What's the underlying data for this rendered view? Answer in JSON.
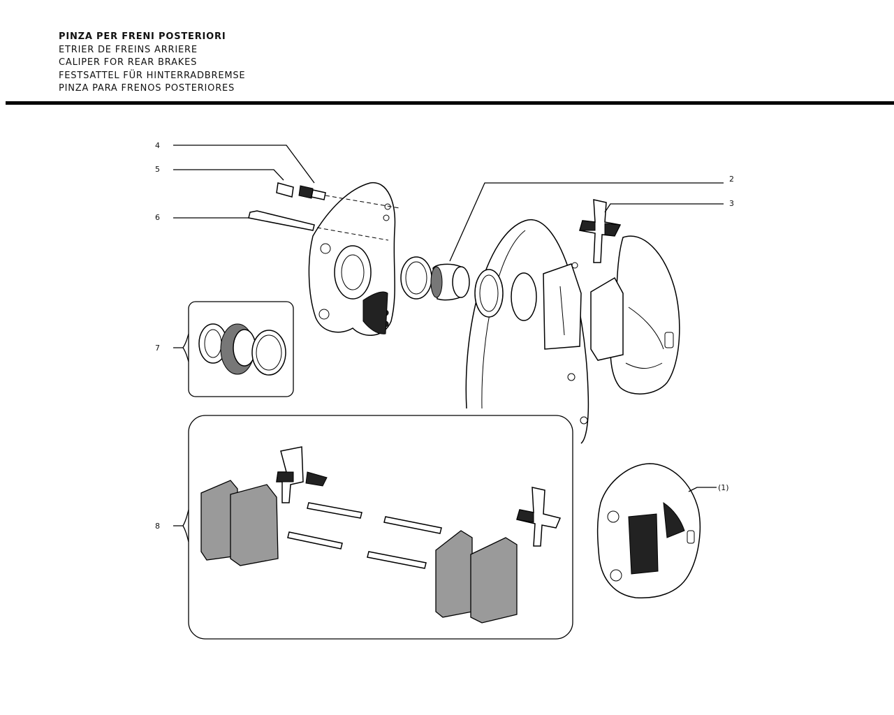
{
  "header": {
    "titles": [
      "PINZA PER FRENI POSTERIORI",
      "ETRIER DE FREINS ARRIERE",
      "CALIPER FOR REAR BRAKES",
      "FESTSATTEL FÜR HINTERRADBREMSE",
      "PINZA PARA FRENOS POSTERIORES"
    ]
  },
  "callouts": {
    "c1": "(1)",
    "c2": "2",
    "c3": "3",
    "c4": "4",
    "c5": "5",
    "c6": "6",
    "c7": "7",
    "c8": "8"
  }
}
